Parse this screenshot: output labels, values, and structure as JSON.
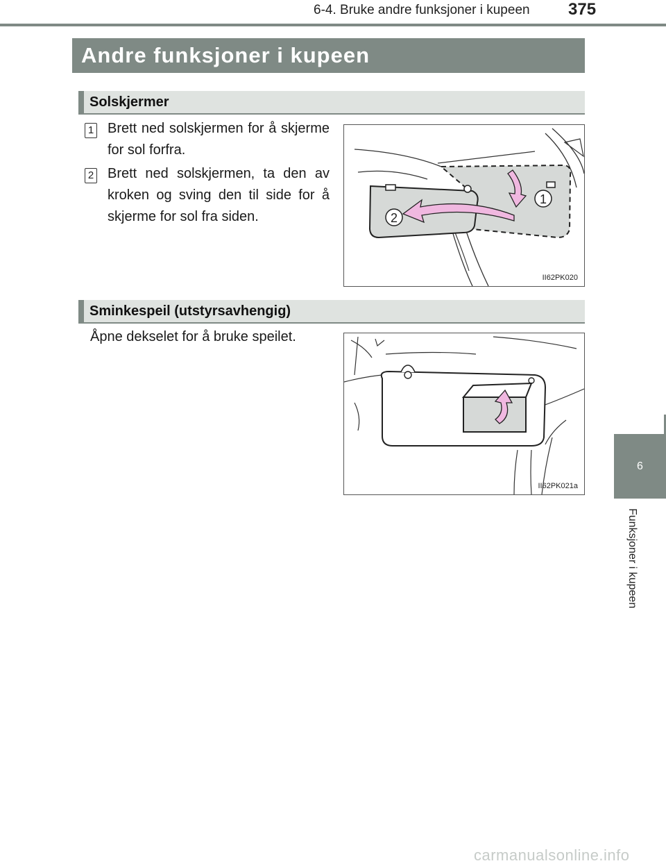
{
  "header": {
    "section": "6-4. Bruke andre funksjoner i kupeen",
    "page_number": "375"
  },
  "title": "Andre funksjoner i kupeen",
  "sections": [
    {
      "heading": "Solskjermer",
      "steps": [
        {
          "badge": "1",
          "text": "Brett ned solskjermen for å skjerme for sol forfra."
        },
        {
          "badge": "2",
          "text": "Brett ned solskjermen, ta den av kroken og sving den til side for å skjerme for sol fra siden."
        }
      ],
      "figure": {
        "code": "II62PK020",
        "callouts": [
          "1",
          "2"
        ]
      }
    },
    {
      "heading": "Sminkespeil (utstyrsavhengig)",
      "text": "Åpne dekselet for å bruke speilet.",
      "figure": {
        "code": "II62PK021a"
      }
    }
  ],
  "side_tab": {
    "number": "6",
    "label": "Funksjoner i kupeen"
  },
  "watermark": "carmanualsonline.info",
  "colors": {
    "accent": "#7f8a85",
    "section_bg": "#dfe3e0",
    "visor_fill": "#d6d9d7",
    "arrow_pink": "#f0b8e0"
  }
}
